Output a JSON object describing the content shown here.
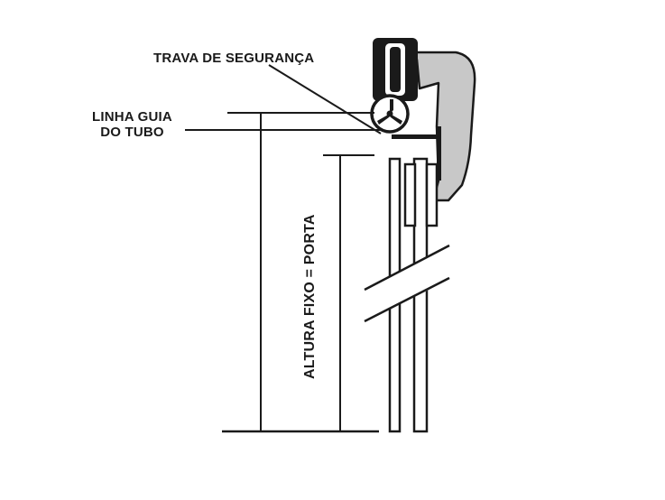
{
  "labels": {
    "safety_lock": "TRAVA DE SEGURANÇA",
    "tube_guide_line_1": "LINHA GUIA",
    "tube_guide_line_2": "DO TUBO",
    "height_dimension": "ALTURA FIXO = PORTA"
  },
  "colors": {
    "ink": "#1a1a1a",
    "bracket_fill": "#c8c8c8",
    "background": "#ffffff"
  },
  "icons": {
    "roller": "pulley-wheel-icon",
    "tube": "tube-cross-section-icon"
  }
}
